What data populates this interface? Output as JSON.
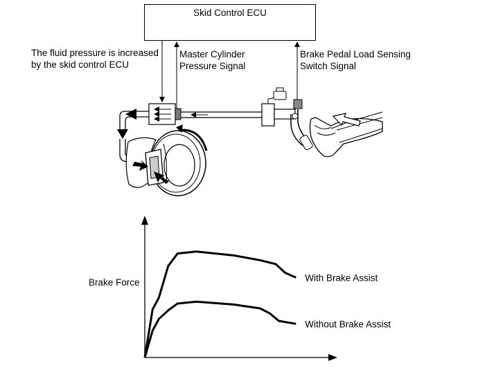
{
  "ecu": {
    "label": "Skid Control ECU"
  },
  "labels": {
    "fluid_pressure_line1": "The fluid pressure is increased",
    "fluid_pressure_line2": "by the skid control ECU",
    "master_cyl_line1": "Master Cylinder",
    "master_cyl_line2": "Pressure Signal",
    "pedal_switch_line1": "Brake Pedal Load Sensing",
    "pedal_switch_line2": "Switch Signal"
  },
  "chart_data": {
    "type": "line",
    "ylabel": "Brake Force",
    "xlabel": "",
    "series": [
      {
        "name": "With Brake Assist",
        "points": [
          [
            0,
            0
          ],
          [
            5,
            50
          ],
          [
            9,
            62
          ],
          [
            15,
            95
          ],
          [
            21,
            108
          ],
          [
            33,
            110
          ],
          [
            57,
            106
          ],
          [
            74,
            101
          ],
          [
            84,
            97
          ],
          [
            90,
            88
          ],
          [
            97,
            83
          ]
        ]
      },
      {
        "name": "Without Brake Assist",
        "points": [
          [
            0,
            0
          ],
          [
            5,
            28
          ],
          [
            9,
            40
          ],
          [
            15,
            49
          ],
          [
            21,
            56
          ],
          [
            33,
            58
          ],
          [
            57,
            55
          ],
          [
            74,
            51
          ],
          [
            80,
            46
          ],
          [
            86,
            38
          ],
          [
            97,
            35
          ]
        ]
      }
    ],
    "xlim": [
      0,
      120
    ],
    "ylim": [
      0,
      140
    ],
    "grid": false,
    "axis_arrows": true
  }
}
